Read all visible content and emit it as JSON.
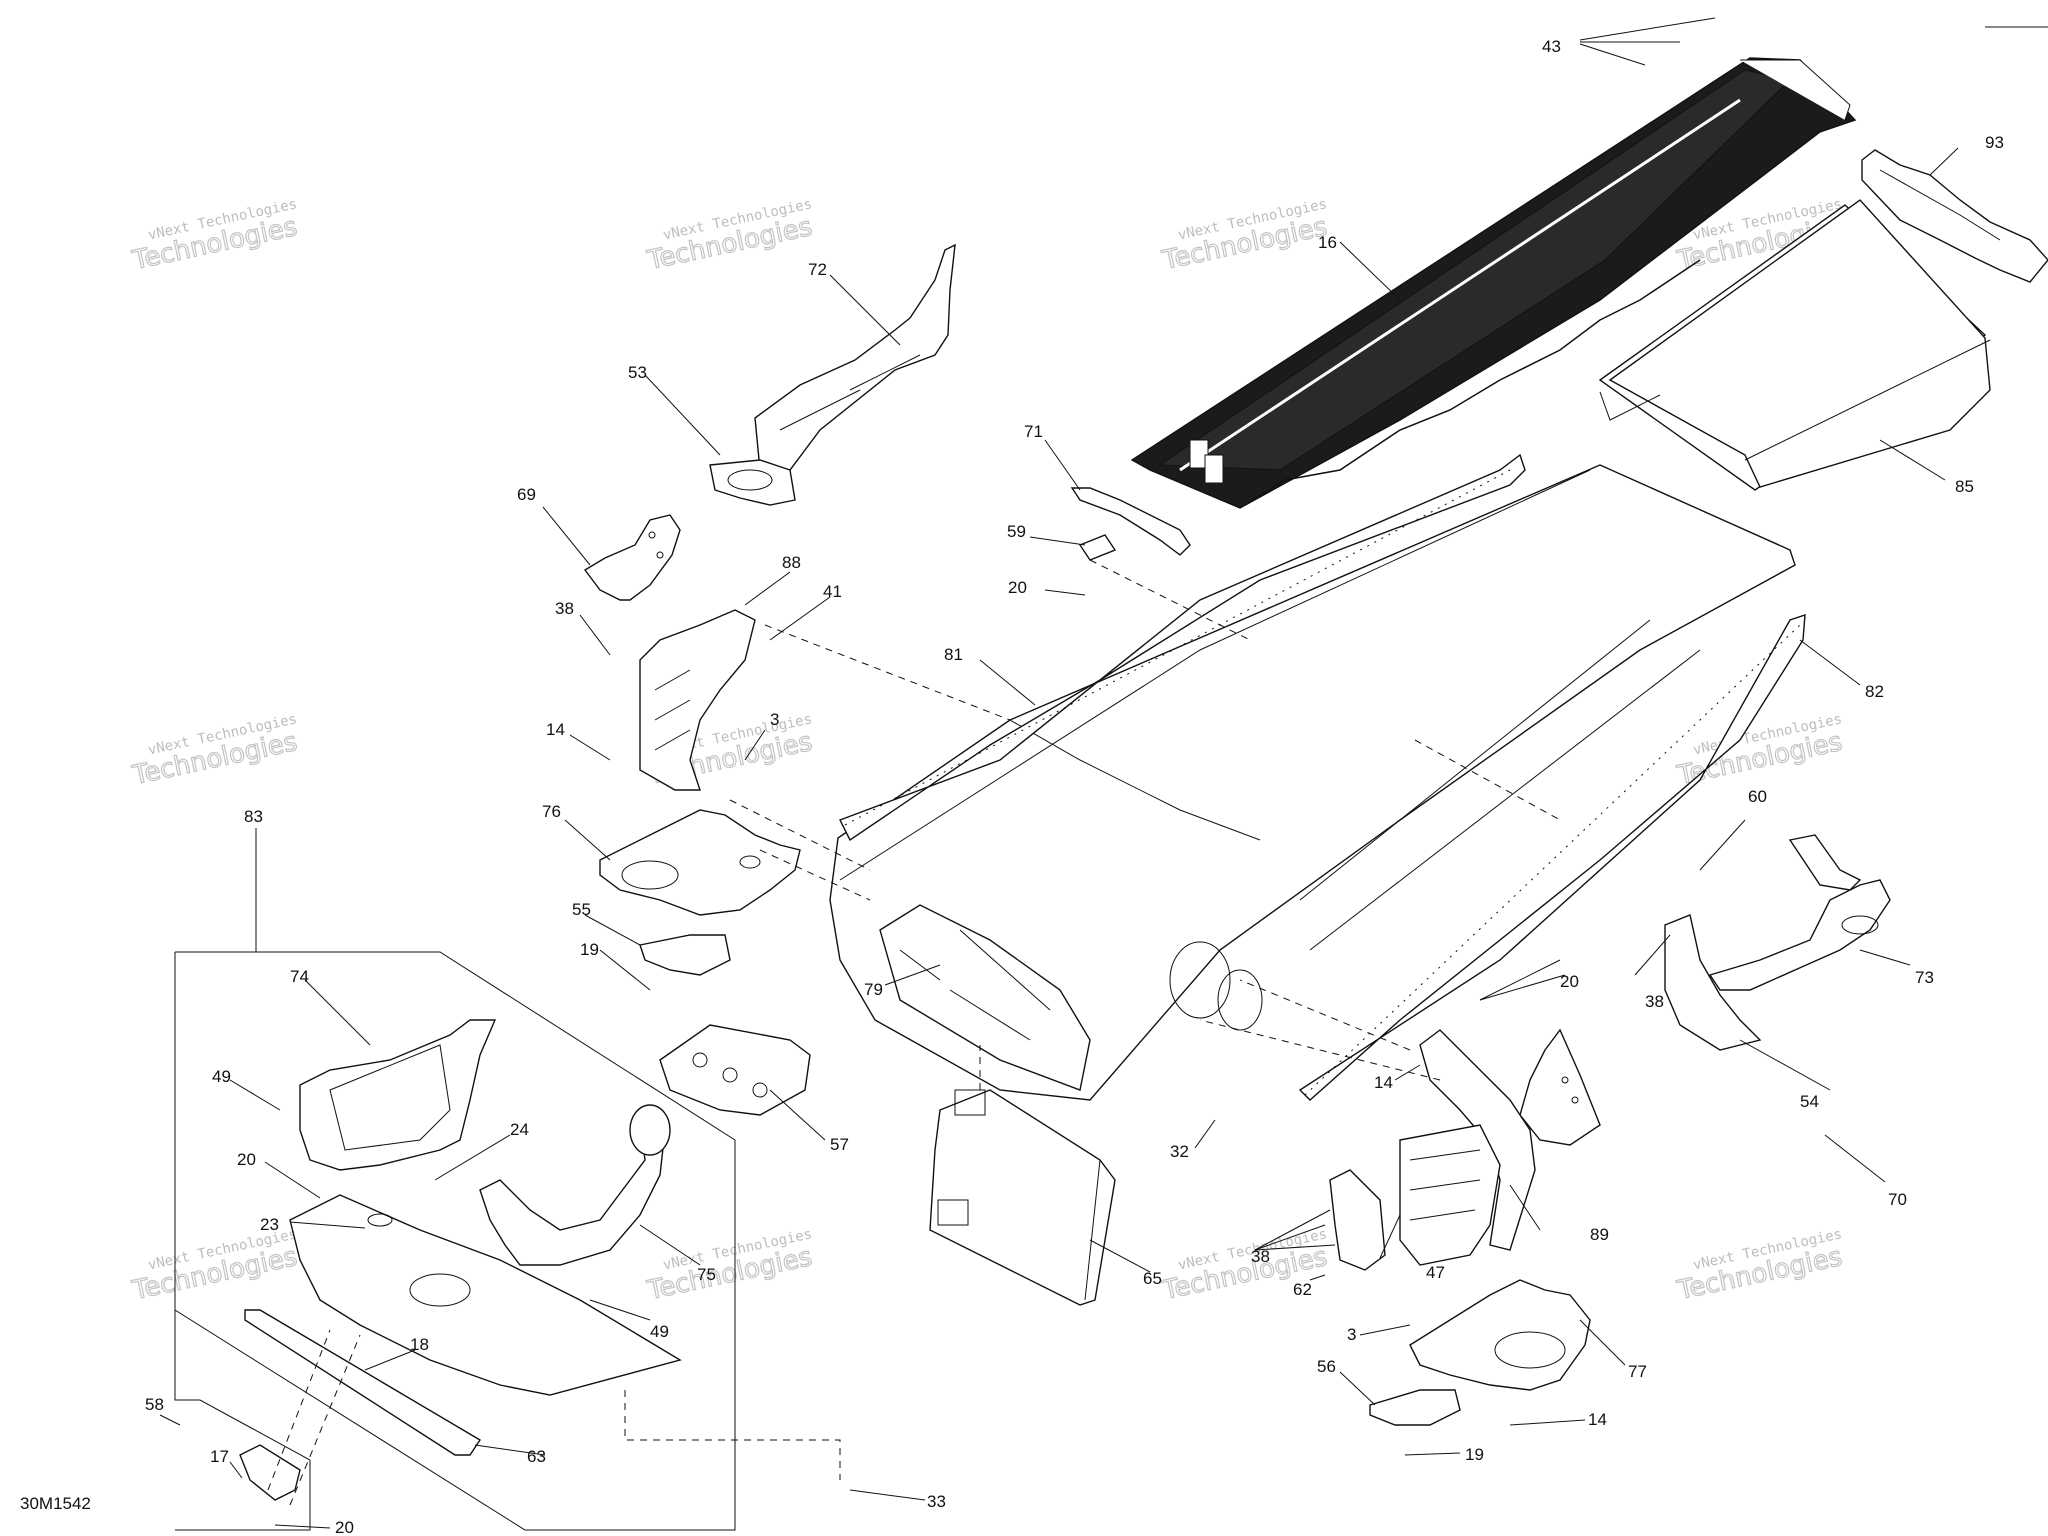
{
  "diagram_code": "30M1542",
  "watermark": {
    "line1": "vNext Technologies",
    "line2": "Technologies"
  },
  "callouts": [
    {
      "id": "c43",
      "text": "43"
    },
    {
      "id": "c16",
      "text": "16"
    },
    {
      "id": "c93",
      "text": "93"
    },
    {
      "id": "c72",
      "text": "72"
    },
    {
      "id": "c53",
      "text": "53"
    },
    {
      "id": "c85",
      "text": "85"
    },
    {
      "id": "c71",
      "text": "71"
    },
    {
      "id": "c69",
      "text": "69"
    },
    {
      "id": "c59",
      "text": "59"
    },
    {
      "id": "c88",
      "text": "88"
    },
    {
      "id": "c41",
      "text": "41"
    },
    {
      "id": "c20a",
      "text": "20"
    },
    {
      "id": "c38a",
      "text": "38"
    },
    {
      "id": "c81",
      "text": "81"
    },
    {
      "id": "c82",
      "text": "82"
    },
    {
      "id": "c14a",
      "text": "14"
    },
    {
      "id": "c3a",
      "text": "3"
    },
    {
      "id": "c83",
      "text": "83"
    },
    {
      "id": "c76",
      "text": "76"
    },
    {
      "id": "c60",
      "text": "60"
    },
    {
      "id": "c55",
      "text": "55"
    },
    {
      "id": "c19a",
      "text": "19"
    },
    {
      "id": "c73",
      "text": "73"
    },
    {
      "id": "c20b",
      "text": "20"
    },
    {
      "id": "c79",
      "text": "79"
    },
    {
      "id": "c74",
      "text": "74"
    },
    {
      "id": "c38b",
      "text": "38"
    },
    {
      "id": "c49a",
      "text": "49"
    },
    {
      "id": "c14b",
      "text": "14"
    },
    {
      "id": "c54",
      "text": "54"
    },
    {
      "id": "c57",
      "text": "57"
    },
    {
      "id": "c24",
      "text": "24"
    },
    {
      "id": "c20c",
      "text": "20"
    },
    {
      "id": "c32",
      "text": "32"
    },
    {
      "id": "c70",
      "text": "70"
    },
    {
      "id": "c23",
      "text": "23"
    },
    {
      "id": "c89",
      "text": "89"
    },
    {
      "id": "c75",
      "text": "75"
    },
    {
      "id": "c38c",
      "text": "38"
    },
    {
      "id": "c65",
      "text": "65"
    },
    {
      "id": "c47",
      "text": "47"
    },
    {
      "id": "c62",
      "text": "62"
    },
    {
      "id": "c49b",
      "text": "49"
    },
    {
      "id": "c3b",
      "text": "3"
    },
    {
      "id": "c18",
      "text": "18"
    },
    {
      "id": "c77",
      "text": "77"
    },
    {
      "id": "c56",
      "text": "56"
    },
    {
      "id": "c58",
      "text": "58"
    },
    {
      "id": "c14c",
      "text": "14"
    },
    {
      "id": "c63",
      "text": "63"
    },
    {
      "id": "c17",
      "text": "17"
    },
    {
      "id": "c19b",
      "text": "19"
    },
    {
      "id": "c33",
      "text": "33"
    },
    {
      "id": "c20d",
      "text": "20"
    }
  ]
}
